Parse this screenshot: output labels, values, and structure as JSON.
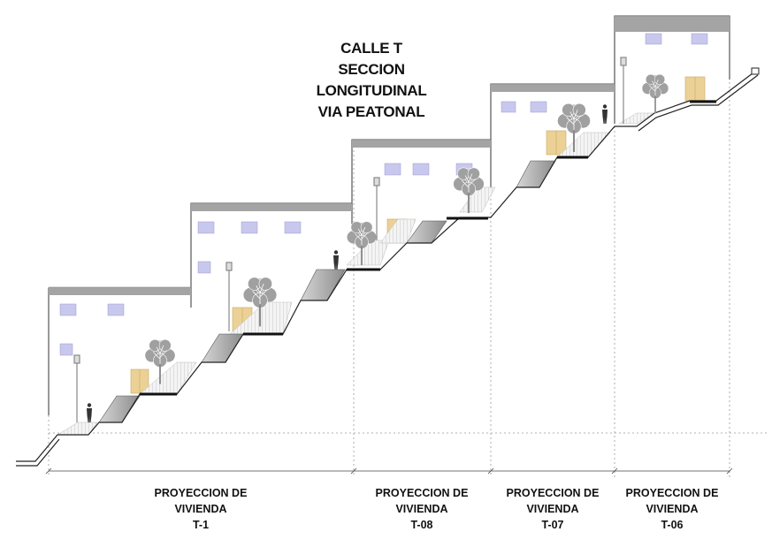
{
  "title": {
    "lines": [
      "CALLE T",
      "SECCION",
      "LONGITUDINAL",
      "VIA PEATONAL"
    ]
  },
  "sections": [
    {
      "line1": "PROYECCION DE",
      "line2": "VIVIENDA",
      "code": "T-1"
    },
    {
      "line1": "PROYECCION DE",
      "line2": "VIVIENDA",
      "code": "T-08"
    },
    {
      "line1": "PROYECCION DE",
      "line2": "VIVIENDA",
      "code": "T-07"
    },
    {
      "line1": "PROYECCION DE",
      "line2": "VIVIENDA",
      "code": "T-06"
    }
  ],
  "colors": {
    "roof": "#a4a4a4",
    "window": "#c8c8ee",
    "door": "#ecd196",
    "ramp": "#b4b4b4",
    "tree": "#9a9a9a",
    "line": "#222222"
  }
}
